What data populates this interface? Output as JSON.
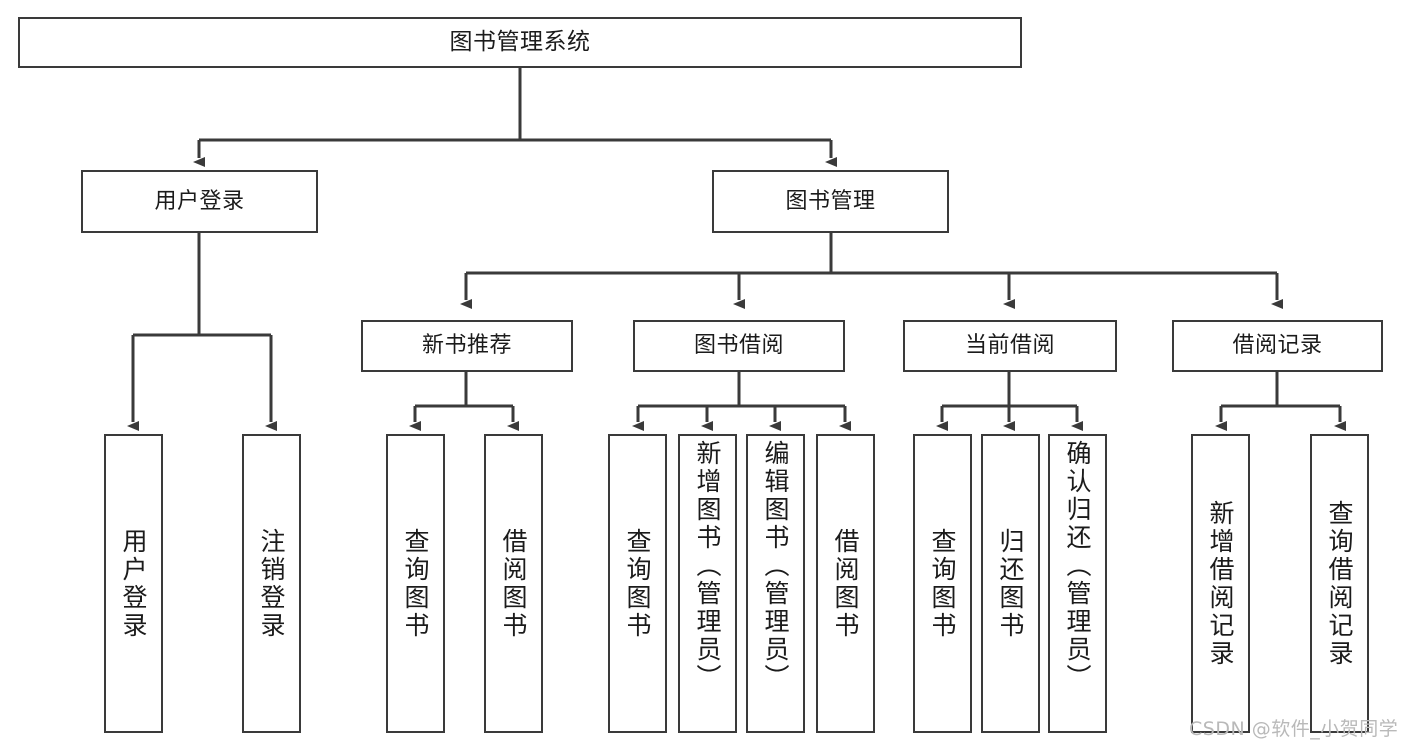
{
  "diagram": {
    "type": "tree-hierarchy-chart",
    "title": "图书管理系统",
    "style": {
      "box_border_color": "#3a3a3a",
      "box_fill_color": "#ffffff",
      "text_color": "#1b1b1b",
      "connector_color": "#3a3a3a",
      "background": "#ffffff"
    },
    "root": {
      "label": "图书管理系统"
    },
    "level2": [
      {
        "label": "用户登录"
      },
      {
        "label": "图书管理"
      }
    ],
    "level3": [
      {
        "label": "新书推荐"
      },
      {
        "label": "图书借阅"
      },
      {
        "label": "当前借阅"
      },
      {
        "label": "借阅记录"
      }
    ],
    "leaves": {
      "user_login": [
        {
          "label": "用户登录"
        },
        {
          "label": "注销登录"
        }
      ],
      "new_book_recommend": [
        {
          "label": "查询图书"
        },
        {
          "label": "借阅图书"
        }
      ],
      "book_borrow": [
        {
          "label": "查询图书"
        },
        {
          "label": "新增图书（管理员）"
        },
        {
          "label": "编辑图书（管理员）"
        },
        {
          "label": "借阅图书"
        }
      ],
      "current_borrow": [
        {
          "label": "查询图书"
        },
        {
          "label": "归还图书"
        },
        {
          "label": "确认归还（管理员）"
        }
      ],
      "borrow_record": [
        {
          "label": "新增借阅记录"
        },
        {
          "label": "查询借阅记录"
        }
      ]
    }
  },
  "watermark": {
    "text": "CSDN @软件_小贺同学"
  }
}
